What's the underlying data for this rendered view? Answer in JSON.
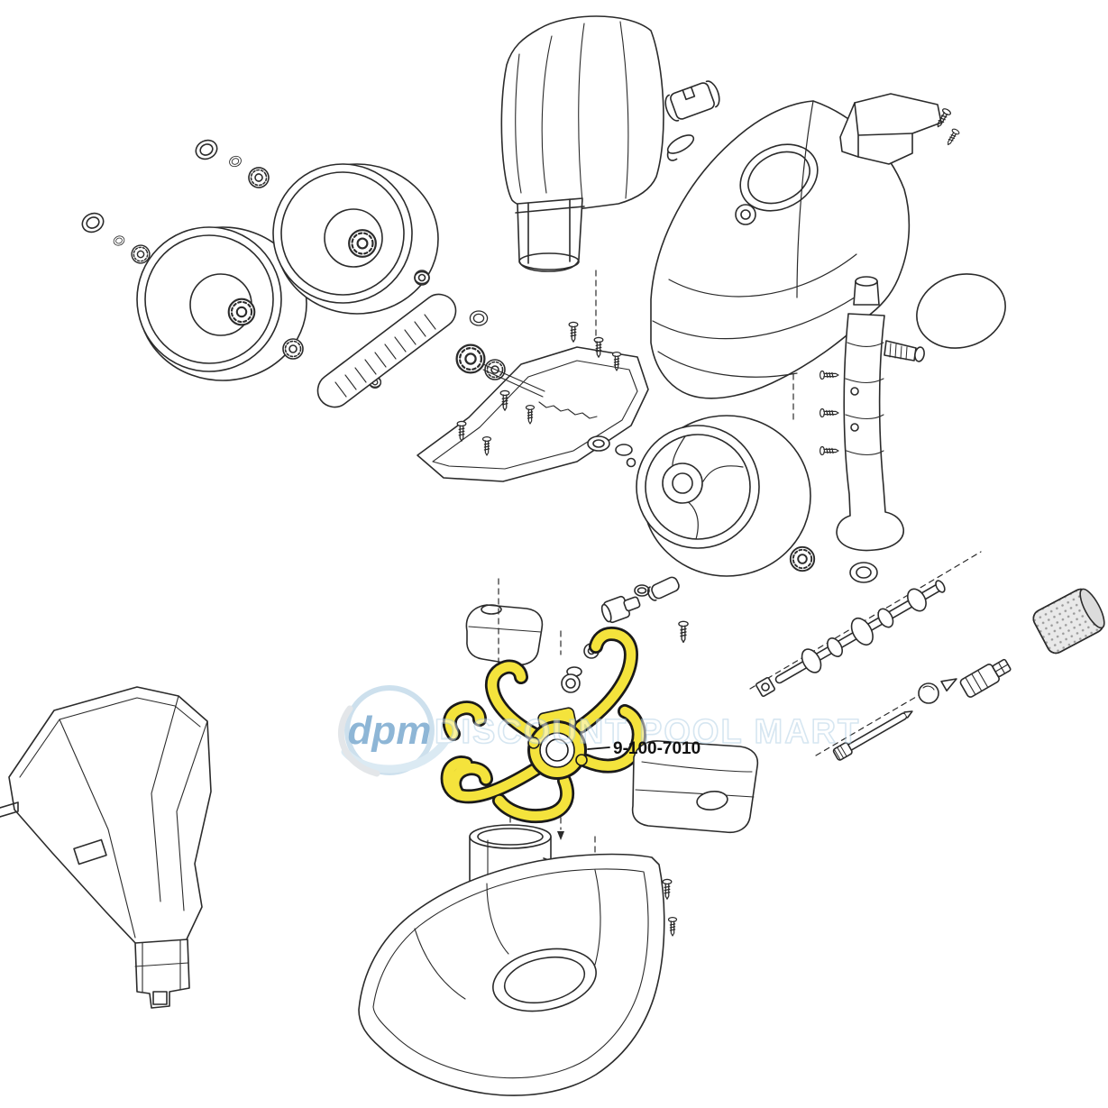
{
  "callout": {
    "part_number": "9-100-7010"
  },
  "watermark": {
    "logo_text": "dpm",
    "title": "DISCOUNT POOL MART"
  },
  "colors": {
    "highlight_fill": "#F4E33C",
    "highlight_edge": "#1a1a1a",
    "line": "#2b2b2b",
    "watermark_text_fill": "#ffffff",
    "watermark_text_outline": "#aecfe4",
    "watermark_logo_blue": "#1f6fae",
    "watermark_ring_blue": "#9cc3dd",
    "background": "#ffffff"
  }
}
